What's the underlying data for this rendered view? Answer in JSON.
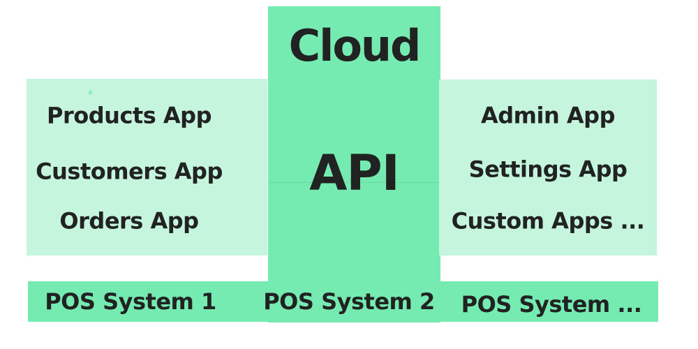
{
  "diagram": {
    "cloud_title": "Cloud",
    "api_label": "API",
    "left_panel": {
      "items": [
        "Products App",
        "Customers App",
        "Orders App"
      ]
    },
    "right_panel": {
      "items": [
        "Admin App",
        "Settings App",
        "Custom Apps ..."
      ]
    },
    "pos_bar": {
      "items": [
        "POS System 1",
        "POS System 2",
        "POS System ..."
      ]
    },
    "colors": {
      "accent_green": "#75EBB2",
      "panel_green": "#C6F5DD",
      "text": "#212322"
    }
  }
}
